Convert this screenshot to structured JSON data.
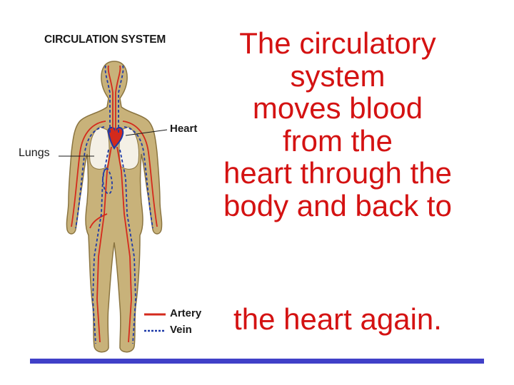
{
  "diagram": {
    "title": "CIRCULATION SYSTEM",
    "labels": {
      "heart": "Heart",
      "lungs": "Lungs"
    },
    "legend": {
      "artery": "Artery",
      "vein": "Vein"
    },
    "colors": {
      "artery": "#d42a1c",
      "vein": "#1e3aa8",
      "body": "#c8b27a",
      "body_outline": "#8a7440",
      "lung": "#f4f0e6"
    }
  },
  "caption": {
    "lines": [
      "The circulatory",
      "system",
      "moves blood",
      "from the",
      "heart through the",
      "body and back to"
    ],
    "tail": "the heart again.",
    "color": "#d41212"
  },
  "rule_color": "#4040c8"
}
